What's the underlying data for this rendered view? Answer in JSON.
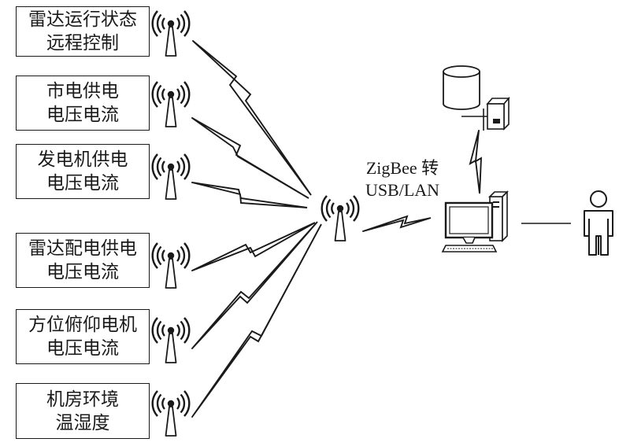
{
  "sensor_nodes": [
    {
      "id": "radar-state",
      "lines": [
        "雷达运行状态",
        "远程控制"
      ]
    },
    {
      "id": "mains-power",
      "lines": [
        "市电供电",
        "电压电流"
      ]
    },
    {
      "id": "generator-power",
      "lines": [
        "发电机供电",
        "电压电流"
      ]
    },
    {
      "id": "radar-distribution",
      "lines": [
        "雷达配电供电",
        "电压电流"
      ]
    },
    {
      "id": "azimuth-elevation-motor",
      "lines": [
        "方位俯仰电机",
        "电压电流"
      ]
    },
    {
      "id": "machine-room",
      "lines": [
        "机房环境",
        "温湿度"
      ]
    }
  ],
  "gateway": {
    "lines": [
      "ZigBee 转",
      "USB/LAN"
    ]
  },
  "icons": {
    "sensor_antenna": "wireless-antenna-icon",
    "gateway_antenna": "wireless-antenna-icon",
    "wireless_link": "lightning-link-icon",
    "database": "database-cylinder-icon",
    "server": "server-tower-icon",
    "workstation": "desktop-computer-icon",
    "operator": "person-icon"
  },
  "colors": {
    "stroke": "#1a1a1a",
    "background": "#ffffff"
  }
}
